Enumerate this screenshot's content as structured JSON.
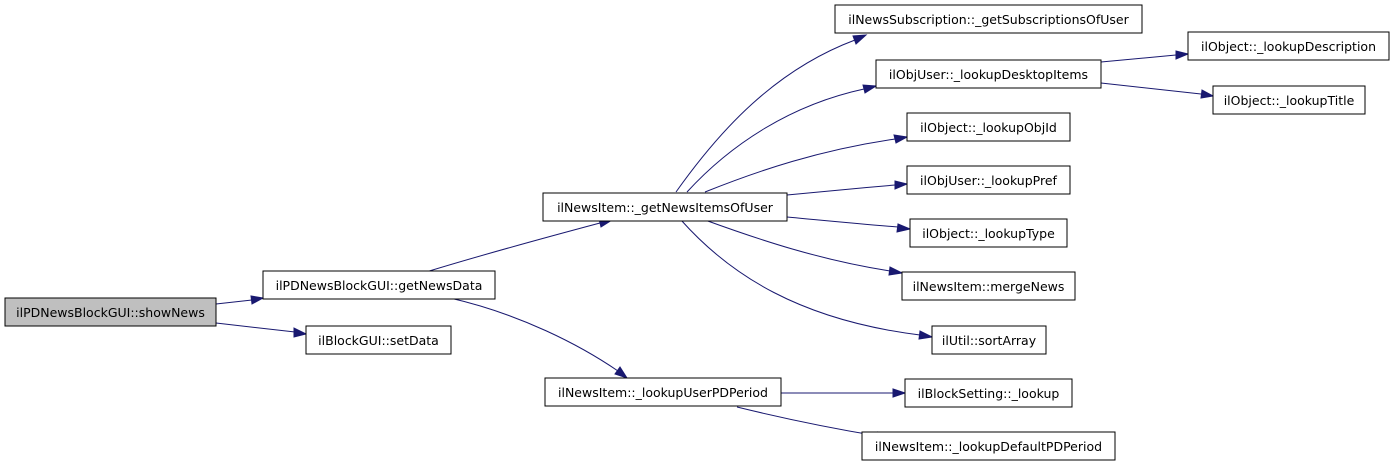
{
  "nodes": {
    "show_news": {
      "label": "ilPDNewsBlockGUI::showNews"
    },
    "get_news_data": {
      "label": "ilPDNewsBlockGUI::getNewsData"
    },
    "set_data": {
      "label": "ilBlockGUI::setData"
    },
    "get_news_items_of_user": {
      "label": "ilNewsItem::_getNewsItemsOfUser"
    },
    "lookup_user_pd_period": {
      "label": "ilNewsItem::_lookupUserPDPeriod"
    },
    "get_subscriptions_of_user": {
      "label": "ilNewsSubscription::_getSubscriptionsOfUser"
    },
    "lookup_desktop_items": {
      "label": "ilObjUser::_lookupDesktopItems"
    },
    "lookup_obj_id": {
      "label": "ilObject::_lookupObjId"
    },
    "lookup_pref": {
      "label": "ilObjUser::_lookupPref"
    },
    "lookup_type": {
      "label": "ilObject::_lookupType"
    },
    "merge_news": {
      "label": "ilNewsItem::mergeNews"
    },
    "sort_array": {
      "label": "ilUtil::sortArray"
    },
    "block_setting_lookup": {
      "label": "ilBlockSetting::_lookup"
    },
    "lookup_default_pd_period": {
      "label": "ilNewsItem::_lookupDefaultPDPeriod"
    },
    "lookup_description": {
      "label": "ilObject::_lookupDescription"
    },
    "lookup_title": {
      "label": "ilObject::_lookupTitle"
    }
  },
  "edges": [
    {
      "from": "show_news",
      "to": "get_news_data"
    },
    {
      "from": "show_news",
      "to": "set_data"
    },
    {
      "from": "get_news_data",
      "to": "get_news_items_of_user"
    },
    {
      "from": "get_news_data",
      "to": "lookup_user_pd_period"
    },
    {
      "from": "get_news_items_of_user",
      "to": "get_subscriptions_of_user"
    },
    {
      "from": "get_news_items_of_user",
      "to": "lookup_desktop_items"
    },
    {
      "from": "get_news_items_of_user",
      "to": "lookup_obj_id"
    },
    {
      "from": "get_news_items_of_user",
      "to": "lookup_pref"
    },
    {
      "from": "get_news_items_of_user",
      "to": "lookup_type"
    },
    {
      "from": "get_news_items_of_user",
      "to": "merge_news"
    },
    {
      "from": "get_news_items_of_user",
      "to": "sort_array"
    },
    {
      "from": "lookup_desktop_items",
      "to": "lookup_description"
    },
    {
      "from": "lookup_desktop_items",
      "to": "lookup_title"
    },
    {
      "from": "lookup_user_pd_period",
      "to": "block_setting_lookup"
    },
    {
      "from": "lookup_user_pd_period",
      "to": "lookup_default_pd_period"
    }
  ],
  "colors": {
    "edge": "#191970",
    "root_fill": "#bfbfbf",
    "node_fill": "#ffffff",
    "node_border": "#000000"
  }
}
